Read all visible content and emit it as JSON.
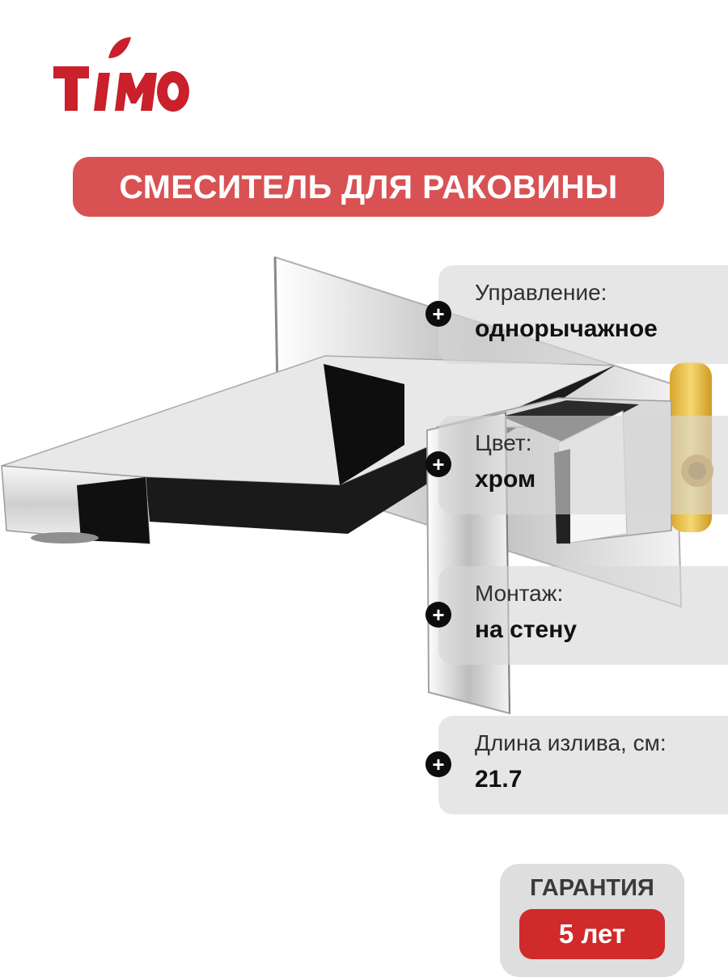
{
  "brand": {
    "logo_text": "TIMO",
    "color": "#c9202b"
  },
  "title": "СМЕСИТЕЛЬ ДЛЯ РАКОВИНЫ",
  "specs": [
    {
      "label": "Управление:",
      "value": "однорычажное",
      "icon": "plus-icon"
    },
    {
      "label": "Цвет:",
      "value": "хром",
      "icon": "plus-icon"
    },
    {
      "label": "Монтаж:",
      "value": "на стену",
      "icon": "plus-icon"
    },
    {
      "label": "Длина излива, см:",
      "value": "21.7",
      "icon": "plus-icon"
    }
  ],
  "warranty": {
    "label": "ГАРАНТИЯ",
    "value": "5 лет"
  },
  "colors": {
    "banner": "#d85254",
    "badge": "#d02a2b",
    "spec_panel": "#d7d7d7"
  }
}
